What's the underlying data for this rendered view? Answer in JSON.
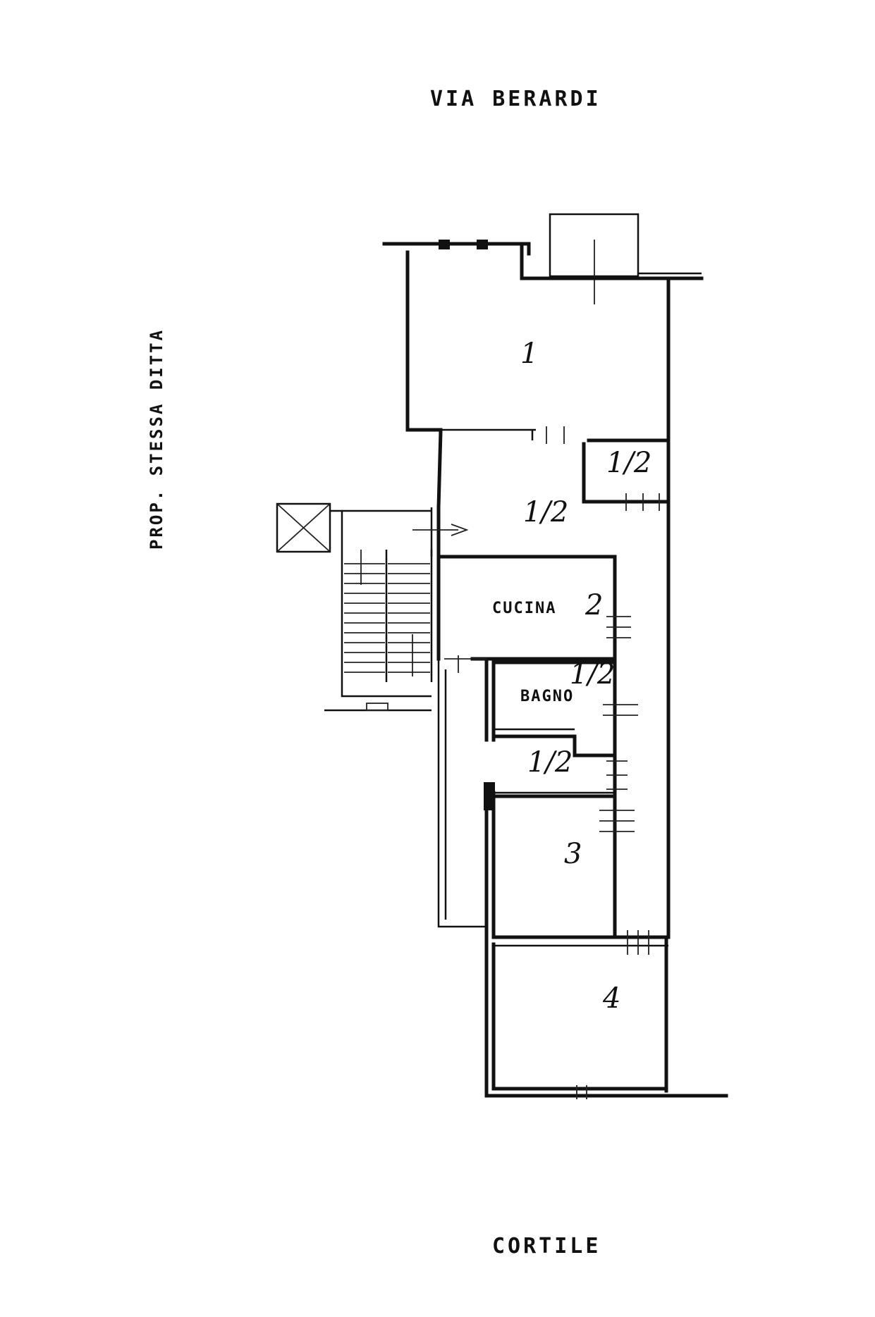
{
  "labels": {
    "street_top": "VIA BERARDI",
    "side_left": "PROP. STESSA DITTA",
    "courtyard": "CORTILE"
  },
  "rooms": {
    "r1": "1",
    "corridor": "1/2",
    "storage_top": "1/2",
    "kitchen_label": "CUCINA",
    "kitchen_num": "2",
    "bath_label": "BAGNO",
    "bath_num": "1/2",
    "closet": "1/2",
    "r3": "3",
    "r4": "4"
  },
  "colors": {
    "ink": "#111111",
    "paper": "#ffffff"
  }
}
